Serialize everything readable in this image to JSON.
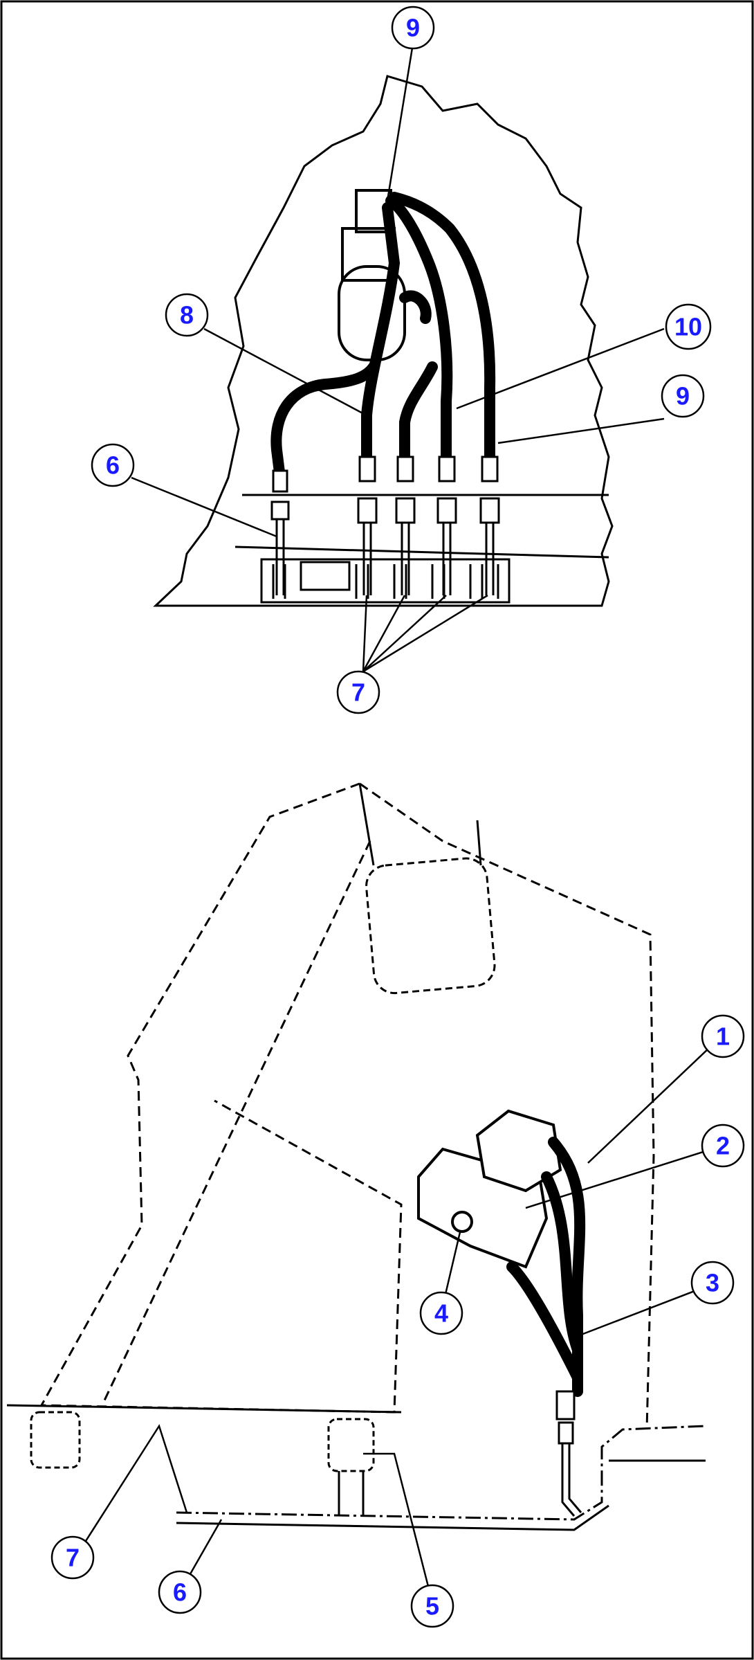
{
  "callouts": {
    "top_9a": "9",
    "top_8": "8",
    "top_10": "10",
    "top_9b": "9",
    "top_6": "6",
    "top_7": "7",
    "bot_1": "1",
    "bot_2": "2",
    "bot_3": "3",
    "bot_4": "4",
    "bot_5": "5",
    "bot_6": "6",
    "bot_7": "7"
  },
  "colors": {
    "callout_text": "#1a1aff",
    "line": "#000000",
    "background": "#ffffff"
  }
}
